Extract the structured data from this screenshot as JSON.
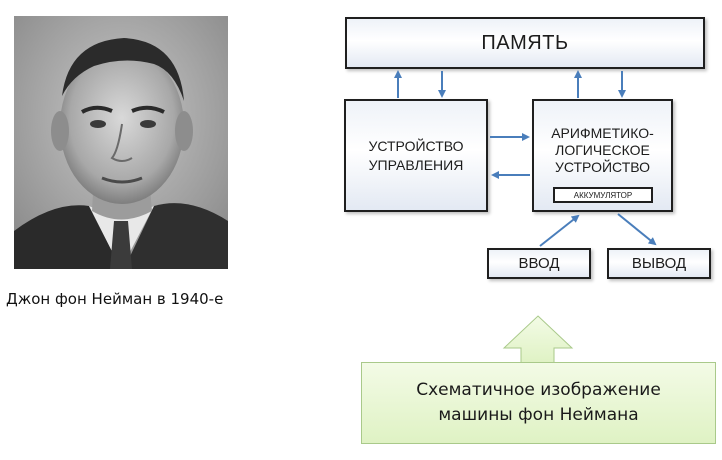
{
  "photo": {
    "caption": "Джон фон Нейман в 1940-е"
  },
  "diagram": {
    "memory_label": "ПАМЯТЬ",
    "control_unit_label_line1": "УСТРОЙСТВО",
    "control_unit_label_line2": "УПРАВЛЕНИЯ",
    "alu_label_line1": "АРИФМЕТИКО-",
    "alu_label_line2": "ЛОГИЧЕСКОЕ",
    "alu_label_line3": "УСТРОЙСТВО",
    "accumulator_label": "АККУМУЛЯТОР",
    "input_label": "ВВОД",
    "output_label": "ВЫВОД"
  },
  "callout": {
    "line1": "Схематичное изображение",
    "line2": "машины фон Неймана"
  },
  "colors": {
    "arrow": "#4a7ebb",
    "callout_fill": "#dff2c4",
    "box_border": "#1f1f1f"
  }
}
